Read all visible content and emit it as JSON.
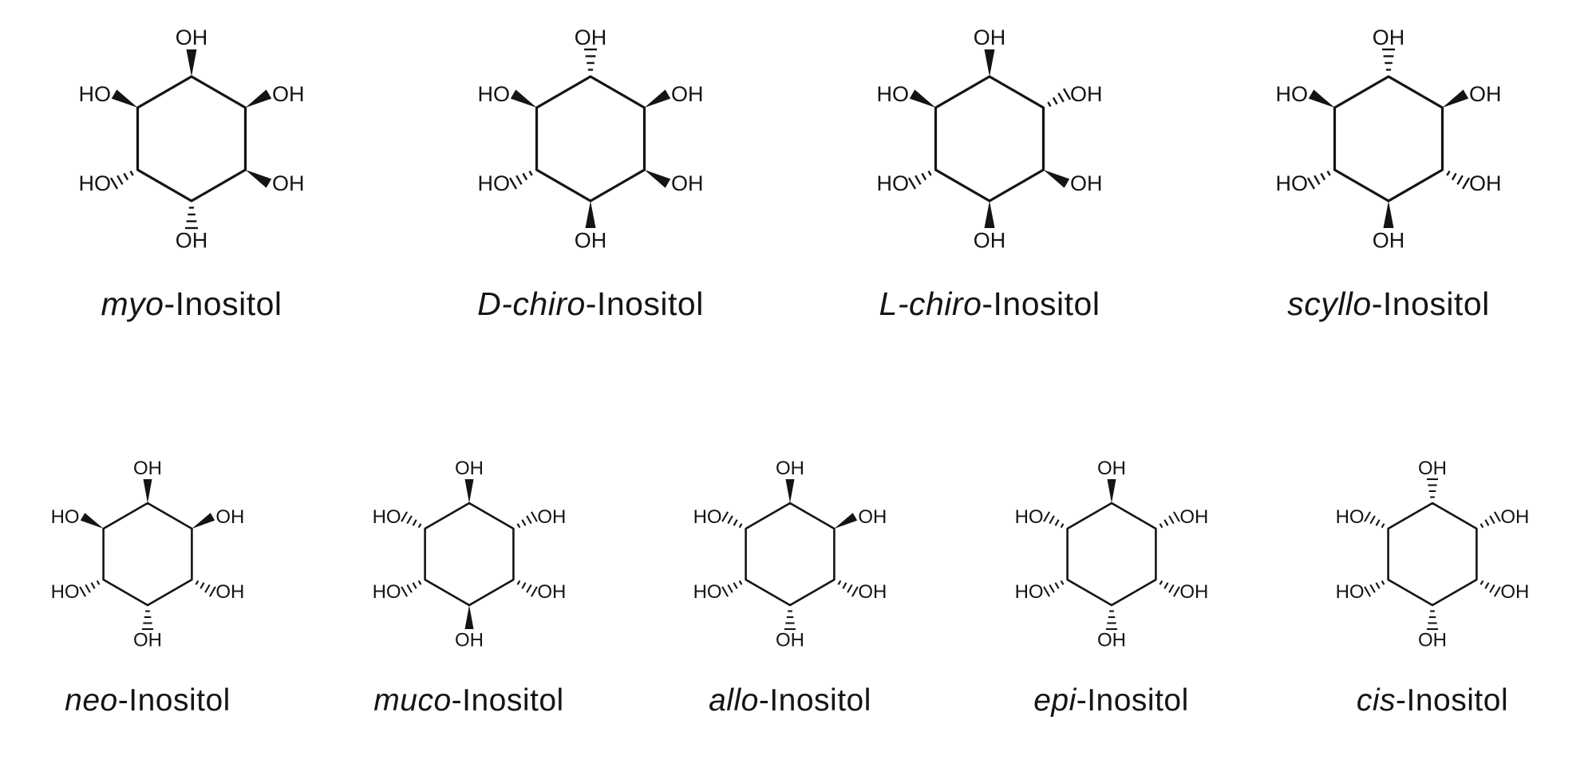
{
  "colors": {
    "ink": "#141414",
    "background": "#ffffff"
  },
  "labels": {
    "oh": "OH",
    "ho": "HO"
  },
  "molecules": [
    {
      "prefix": "myo",
      "suffix": "-Inositol",
      "row": 1,
      "bonds": [
        "wedge",
        "wedge",
        "wedge",
        "hash",
        "hash",
        "wedge"
      ]
    },
    {
      "prefix": "D-chiro",
      "suffix": "-Inositol",
      "row": 1,
      "bonds": [
        "hash",
        "wedge",
        "wedge",
        "wedge",
        "hash",
        "wedge"
      ]
    },
    {
      "prefix": "L-chiro",
      "suffix": "-Inositol",
      "row": 1,
      "bonds": [
        "wedge",
        "hash",
        "wedge",
        "wedge",
        "hash",
        "wedge"
      ]
    },
    {
      "prefix": "scyllo",
      "suffix": "-Inositol",
      "row": 1,
      "bonds": [
        "hash",
        "wedge",
        "hash",
        "wedge",
        "hash",
        "wedge"
      ]
    },
    {
      "prefix": "neo",
      "suffix": "-Inositol",
      "row": 2,
      "bonds": [
        "wedge",
        "wedge",
        "hash",
        "hash",
        "hash",
        "wedge"
      ]
    },
    {
      "prefix": "muco",
      "suffix": "-Inositol",
      "row": 2,
      "bonds": [
        "wedge",
        "hash",
        "hash",
        "wedge",
        "hash",
        "hash"
      ]
    },
    {
      "prefix": "allo",
      "suffix": "-Inositol",
      "row": 2,
      "bonds": [
        "wedge",
        "wedge",
        "hash",
        "hash",
        "hash",
        "hash"
      ]
    },
    {
      "prefix": "epi",
      "suffix": "-Inositol",
      "row": 2,
      "bonds": [
        "wedge",
        "hash",
        "hash",
        "hash",
        "hash",
        "hash"
      ]
    },
    {
      "prefix": "cis",
      "suffix": "-Inositol",
      "row": 2,
      "bonds": [
        "hash",
        "hash",
        "hash",
        "hash",
        "hash",
        "hash"
      ]
    }
  ]
}
